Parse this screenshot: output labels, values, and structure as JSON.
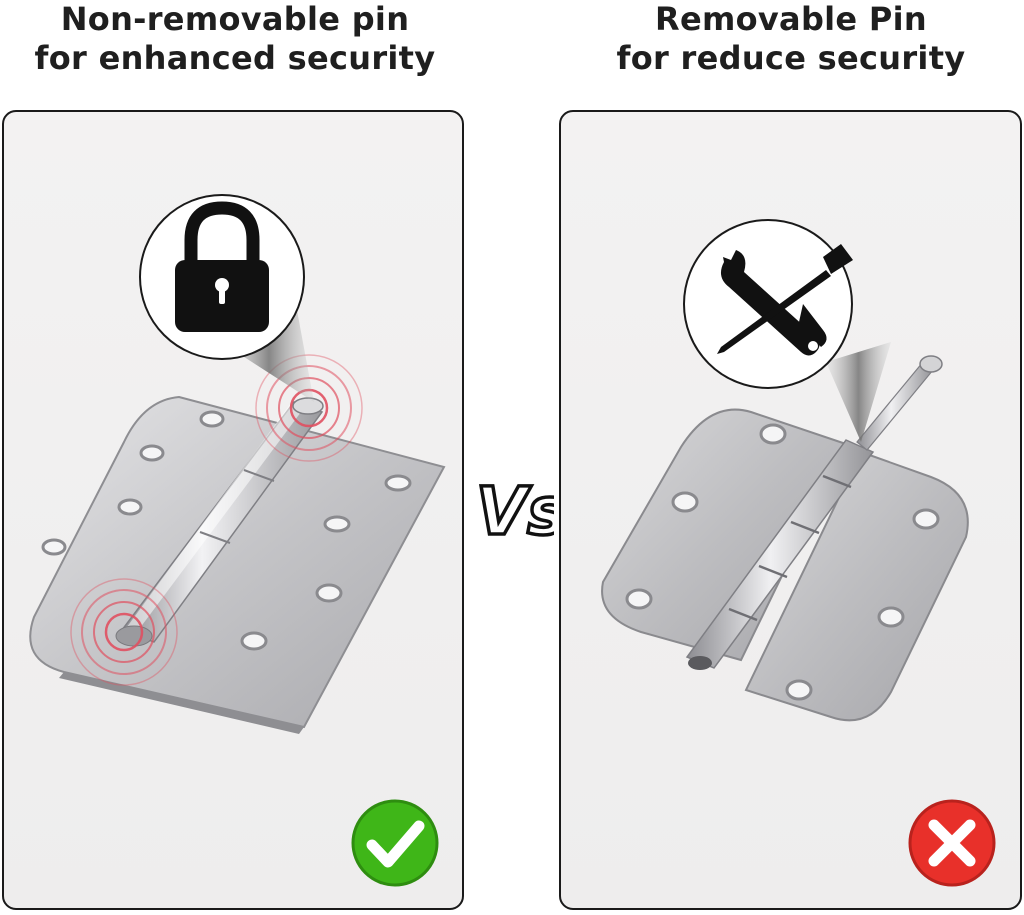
{
  "left": {
    "title_line1": "Non-removable pin",
    "title_line2": "for enhanced security",
    "callout_icon": "padlock-icon",
    "status_icon": "checkmark-icon",
    "status_color": "#3fb618"
  },
  "right": {
    "title_line1": "Removable Pin",
    "title_line2": "for reduce security",
    "callout_icon": "wrench-screwdriver-icon",
    "status_icon": "cross-icon",
    "status_color": "#e8302a"
  },
  "divider": {
    "label": "Vs"
  },
  "colors": {
    "text": "#1f1f1f",
    "pulse": "#e05060",
    "steel": "#c9c9cb"
  }
}
